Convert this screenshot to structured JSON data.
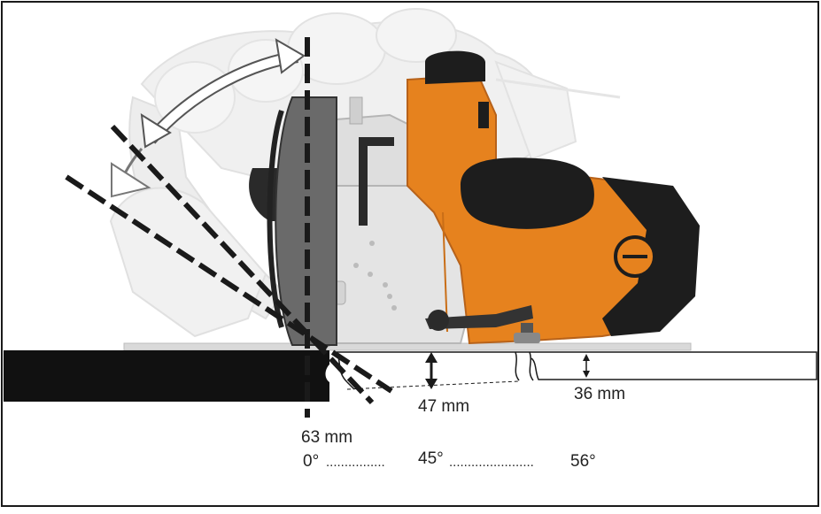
{
  "measurements": {
    "depth_0": "63 mm",
    "depth_45": "47 mm",
    "depth_56": "36 mm"
  },
  "angles": {
    "a0": "0°",
    "a45": "45°",
    "a56": "56°",
    "dots_1": "................",
    "dots_2": "......................."
  },
  "colors": {
    "saw_orange": "#e6821e",
    "saw_body_grey": "#e2e2e2",
    "saw_black": "#1d1d1d",
    "guide_line": "#1a1a1a"
  },
  "icons": {
    "tilt_arrow": "double-headed-curved-arrow",
    "depth_arrow": "double-headed-vertical-arrow"
  }
}
